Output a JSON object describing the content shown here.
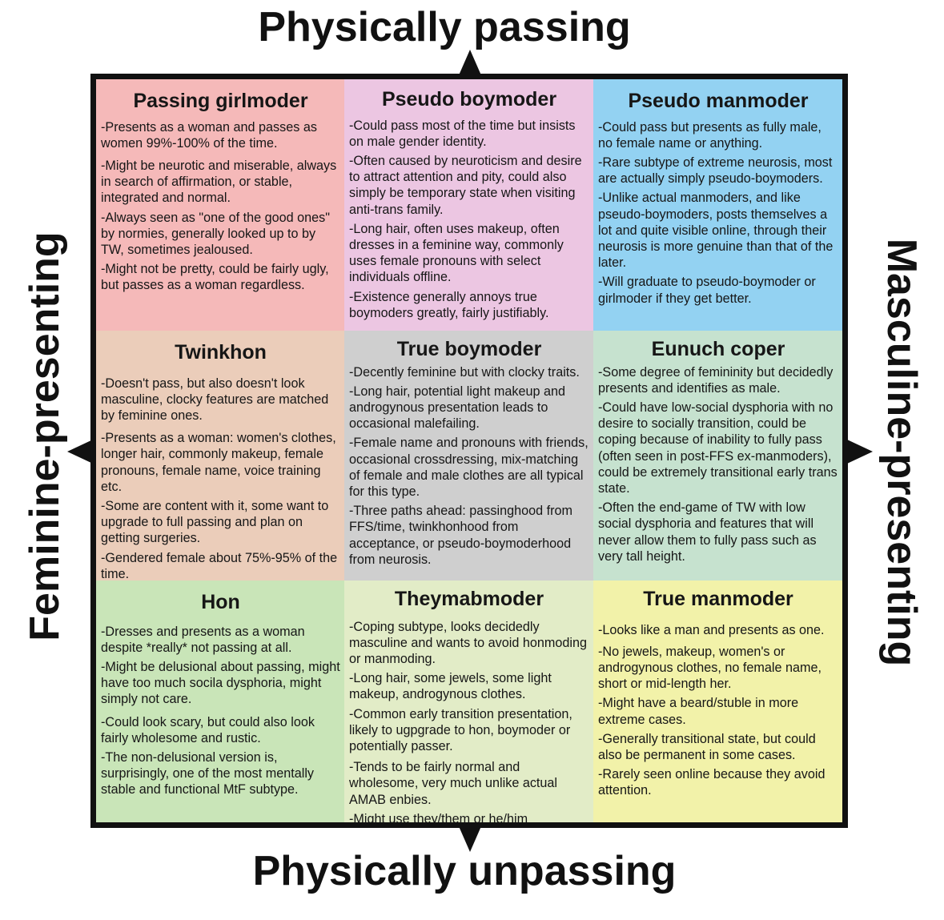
{
  "axes": {
    "top": "Physically passing",
    "bottom": "Physically unpassing",
    "left": "Feminine-presenting",
    "right": "Masculine-presenting"
  },
  "colors": {
    "passing_girlmoder": "#f5b9b9",
    "pseudo_boymoder": "#ecc6e2",
    "pseudo_manmoder": "#93d2f2",
    "twinkhon": "#ebcdba",
    "true_boymoder": "#cfcfcf",
    "eunuch_coper": "#c6e2cf",
    "hon": "#c9e5b8",
    "theymabmoder": "#e2ecc7",
    "true_manmoder": "#f2f2a9"
  },
  "cells": [
    {
      "title": "Passing girlmoder",
      "items": [
        "-Presents as a woman and passes as women 99%-100% of the time.",
        "-Might be neurotic and miserable, always in search of affirmation, or stable, integrated and normal.",
        "-Always seen as \"one of the good ones\" by normies, generally looked up to by TW, sometimes jealoused.",
        "-Might not be pretty, could be fairly ugly, but passes as a woman regardless."
      ]
    },
    {
      "title": "Pseudo boymoder",
      "items": [
        "-Could pass most of the time but insists on male gender identity.",
        "-Often caused by neuroticism and desire to attract attention and pity, could also simply be temporary state when visiting anti-trans family.",
        "-Long hair, often uses makeup, often dresses in a feminine way, commonly uses female pronouns with select individuals offline.",
        "-Existence generally annoys true boymoders greatly, fairly justifiably."
      ]
    },
    {
      "title": "Pseudo manmoder",
      "items": [
        "-Could pass but presents as fully male, no female name or anything.",
        "-Rare subtype of extreme neurosis, most are actually simply pseudo-boymoders.",
        "-Unlike actual manmoders, and like pseudo-boymoders, posts themselves a lot and quite visible online, through their neurosis is more genuine than that of the later.",
        "-Will graduate to pseudo-boymoder or girlmoder if they get better."
      ]
    },
    {
      "title": "Twinkhon",
      "items": [
        "-Doesn't pass, but also doesn't look masculine, clocky features are matched by feminine ones.",
        "-Presents as a woman: women's clothes, longer hair, commonly makeup, female pronouns, female name, voice training etc.",
        "-Some are content with it, some want to upgrade to full passing and plan on getting surgeries.",
        "-Gendered female about 75%-95% of the time."
      ]
    },
    {
      "title": "True boymoder",
      "items": [
        "-Decently feminine but with clocky traits.",
        "-Long hair, potential light makeup and androgynous presentation leads to occasional malefailing.",
        "-Female name and pronouns with friends, occasional crossdressing, mix-matching of female and male clothes are all typical for this type.",
        "-Three paths ahead: passinghood from FFS/time, twinkhonhood from acceptance, or pseudo-boymoderhood from neurosis."
      ]
    },
    {
      "title": "Eunuch coper",
      "items": [
        "-Some degree of femininity but decidedly presents and identifies as male.",
        "-Could have low-social dysphoria with no desire to socially transition, could be coping because of inability to fully pass (often seen in post-FFS ex-manmoders), could be extremely transitional early trans state.",
        "-Often the end-game of TW with low social dysphoria and features that will never allow them to fully pass such as very tall height."
      ]
    },
    {
      "title": "Hon",
      "items": [
        "-Dresses and presents as a woman despite *really* not passing at all.",
        "-Might be delusional about passing, might have too much socila dysphoria, might simply not care.",
        "-Could look scary, but could also look fairly wholesome and rustic.",
        "-The non-delusional version is, surprisingly, one of the most mentally stable and functional MtF subtype."
      ]
    },
    {
      "title": "Theymabmoder",
      "items": [
        "-Coping subtype, looks decidedly masculine and wants to avoid honmoding or manmoding.",
        "-Long hair, some jewels, some light makeup, androgynous clothes.",
        "-Common early transition presentation, likely to ugpgrade to hon, boymoder or potentially passer.",
        "-Tends to be fairly normal and wholesome, very much unlike actual AMAB enbies.",
        "-Might use they/them or he/him"
      ]
    },
    {
      "title": "True manmoder",
      "items": [
        "-Looks like a man and presents as one.",
        "-No jewels, makeup, women's or androgynous clothes, no female name, short or mid-length her.",
        "-Might have a beard/stuble in more extreme cases.",
        "-Generally transitional state, but could also be permanent in some cases.",
        "-Rarely seen online because they avoid attention."
      ]
    }
  ]
}
